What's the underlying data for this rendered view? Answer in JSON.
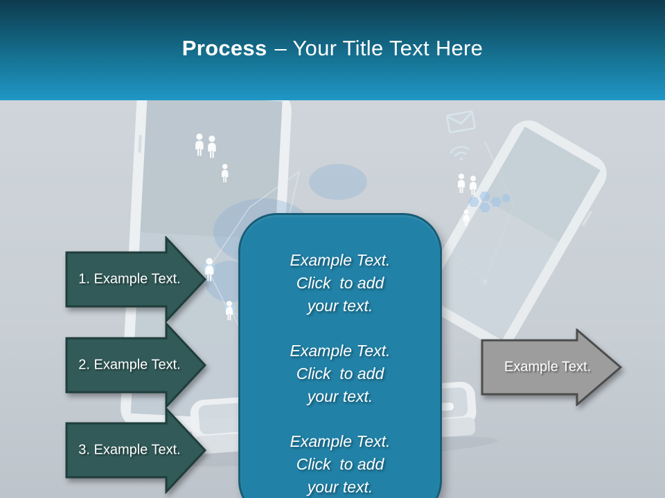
{
  "title": {
    "emphasis": "Process",
    "rest": "– Your Title Text Here"
  },
  "input_arrows": [
    {
      "label": "1. Example Text."
    },
    {
      "label": "2. Example Text."
    },
    {
      "label": "3. Example Text."
    }
  ],
  "center_panel": {
    "blocks": [
      {
        "line1": "Example Text.",
        "line2": "Click  to add",
        "line3": "your text."
      },
      {
        "line1": "Example Text.",
        "line2": "Click  to add",
        "line3": "your text."
      },
      {
        "line1": "Example Text.",
        "line2": "Click  to add",
        "line3": "your text."
      }
    ]
  },
  "output_arrow": {
    "label": "Example Text."
  },
  "colors": {
    "header_gradient_top": "#0d3a4e",
    "header_gradient_bottom": "#2097c6",
    "canvas_background": "#c9d0d6",
    "input_arrow_fill": "#315a58",
    "input_arrow_border": "#1f3d3b",
    "panel_fill": "#2181a6",
    "panel_border": "#175d77",
    "output_arrow_fill": "#9d9d9d",
    "output_arrow_border": "#4c4c4c",
    "text": "#ffffff"
  },
  "background": {
    "icons": [
      "smartphone-left",
      "smartphone-right",
      "smartphone-flat-bottom",
      "person-icon",
      "people-pair-icon",
      "envelope-icon",
      "wifi-icon",
      "hexagon-cluster-icon",
      "network-lines"
    ]
  }
}
